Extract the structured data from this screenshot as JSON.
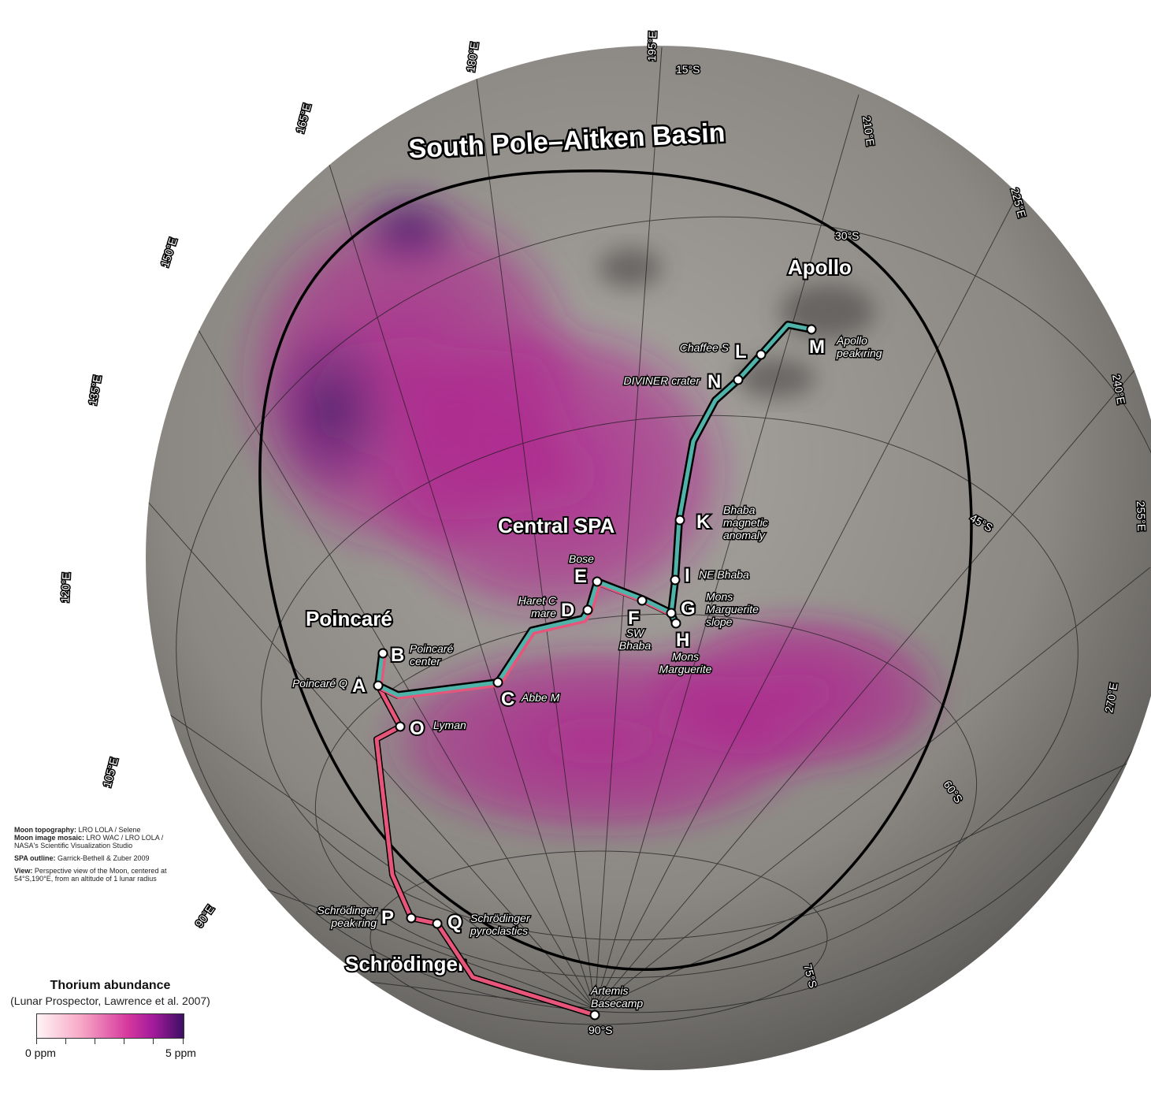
{
  "map": {
    "title": "South Pole–Aitken Basin",
    "regions": [
      "Apollo",
      "Central SPA",
      "Poincaré",
      "Schrödinger"
    ],
    "longitude_labels": [
      "165°E",
      "180°E",
      "195°E",
      "210°E",
      "225°E",
      "240°E",
      "255°E",
      "270°E",
      "150°E",
      "135°E",
      "120°E",
      "105°E",
      "90°E"
    ],
    "latitude_labels": [
      "15°S",
      "30°S",
      "45°S",
      "60°S",
      "75°S",
      "90°S"
    ],
    "route_colors": {
      "outer": "#e7557a",
      "inner": "#4fb3aa"
    },
    "stops": [
      {
        "letter": "A",
        "name": "Poincaré Q"
      },
      {
        "letter": "B",
        "name": "Poincaré center"
      },
      {
        "letter": "C",
        "name": "Abbe M"
      },
      {
        "letter": "D",
        "name": "Haret C mare"
      },
      {
        "letter": "E",
        "name": "Bose"
      },
      {
        "letter": "F",
        "name": "SW Bhaba"
      },
      {
        "letter": "G",
        "name": "Mons Marguerite slope"
      },
      {
        "letter": "H",
        "name": "Mons Marguerite"
      },
      {
        "letter": "I",
        "name": "NE Bhaba"
      },
      {
        "letter": "K",
        "name": "Bhaba magnetic anomaly"
      },
      {
        "letter": "N",
        "name": "DIVINER crater"
      },
      {
        "letter": "L",
        "name": "Chaffee S"
      },
      {
        "letter": "M",
        "name": "Apollo peak ring"
      },
      {
        "letter": "O",
        "name": "Lyman"
      },
      {
        "letter": "P",
        "name": "Schrödinger peak ring"
      },
      {
        "letter": "Q",
        "name": "Schrödinger pyroclastics"
      },
      {
        "letter": "",
        "name": "Artemis Basecamp"
      }
    ]
  },
  "credits": {
    "topo_label": "Moon topography:",
    "topo_value": "LRO LOLA / Selene",
    "mosaic_label": "Moon image mosaic:",
    "mosaic_value": "LRO WAC / LRO LOLA / NASA's Scientific Visualization Studio",
    "spa_label": "SPA outline:",
    "spa_value": "Garrick-Bethell & Zuber 2009",
    "view_label": "View:",
    "view_value": "Perspective view of the Moon, centered at 54°S,190°E, from an altitude of 1 lunar radius"
  },
  "legend": {
    "title": "Thorium abundance",
    "subtitle": "(Lunar Prospector, Lawrence et al. 2007)",
    "min_label": "0 ppm",
    "max_label": "5 ppm",
    "colors": [
      "#fff4f6",
      "#f7a8c6",
      "#d6389e",
      "#a01a9a",
      "#3d0f63"
    ]
  }
}
